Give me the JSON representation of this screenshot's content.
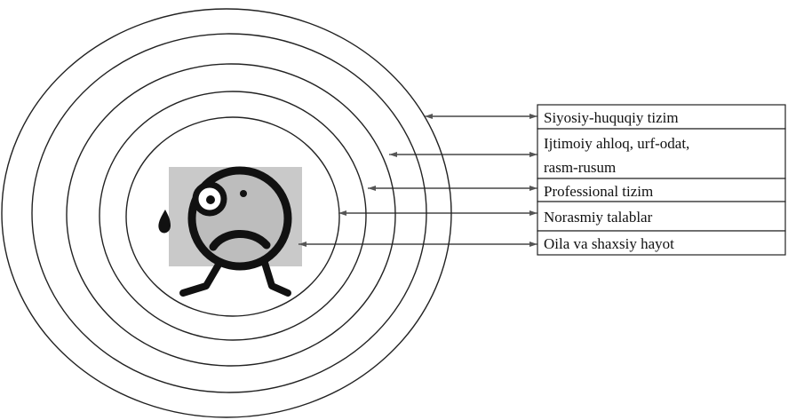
{
  "labels": [
    {
      "text": "Siyosiy-huquqiy tizim"
    },
    {
      "line1": "Ijtimoiy ahloq, urf-odat,",
      "line2": "rasm-rusum"
    },
    {
      "text": "Professional tizim"
    },
    {
      "text": "Norasmiy talablar"
    },
    {
      "text": "Oila va shaxsiy hayot"
    }
  ]
}
